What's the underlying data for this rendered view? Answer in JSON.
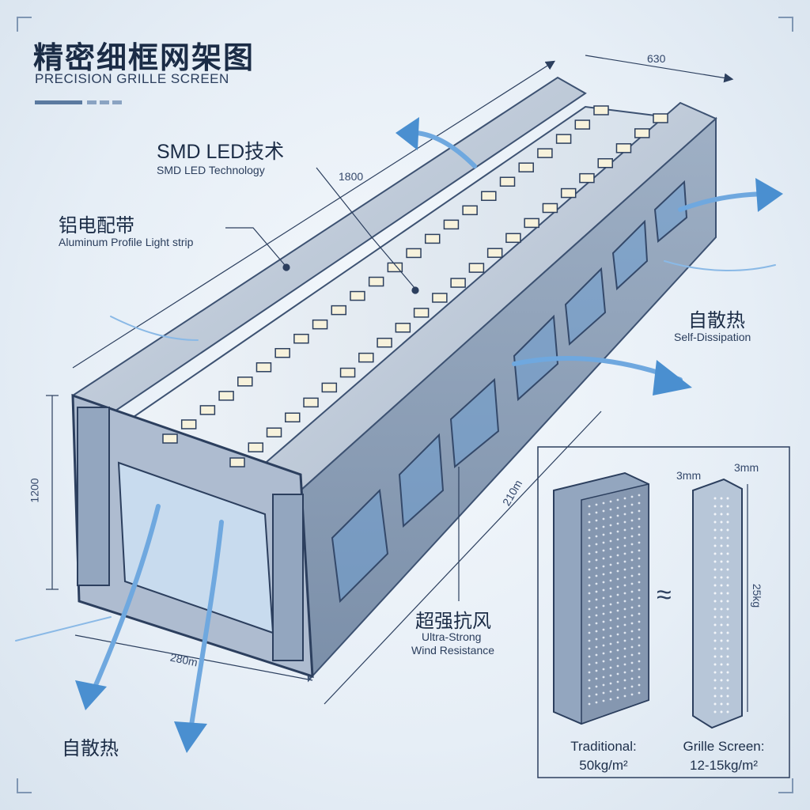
{
  "title": {
    "cn": "精密细框网架图",
    "en": "PRECISION GRILLE SCREEN"
  },
  "callouts": {
    "smd_cn": "SMD LED技术",
    "smd_en": "SMD LED Technology",
    "alu_cn": "铝电配带",
    "alu_en": "Aluminum Profile Light strip",
    "self_cn": "自散热",
    "self_en": "Self-Dissipation",
    "wind_cn": "超强抗风",
    "wind_en_1": "Ultra-Strong",
    "wind_en_2": "Wind Resistance",
    "bottom_cn": "自散热"
  },
  "dimensions": {
    "top": "630",
    "length": "1800",
    "height": "1200",
    "depth": "210m",
    "width": "280m",
    "thick_a": "3mm",
    "thick_b": "3mm",
    "weight": "25kg"
  },
  "comparison": {
    "approx": "≈",
    "traditional_label": "Traditional:",
    "traditional_value": "50kg/m²",
    "grille_label": "Grille Screen:",
    "grille_value": "12-15kg/m²"
  },
  "colors": {
    "accent": "#4a8fd0",
    "ink": "#1b2c46",
    "metal": "#b9c6d6",
    "arrow": "#6fa8df"
  }
}
